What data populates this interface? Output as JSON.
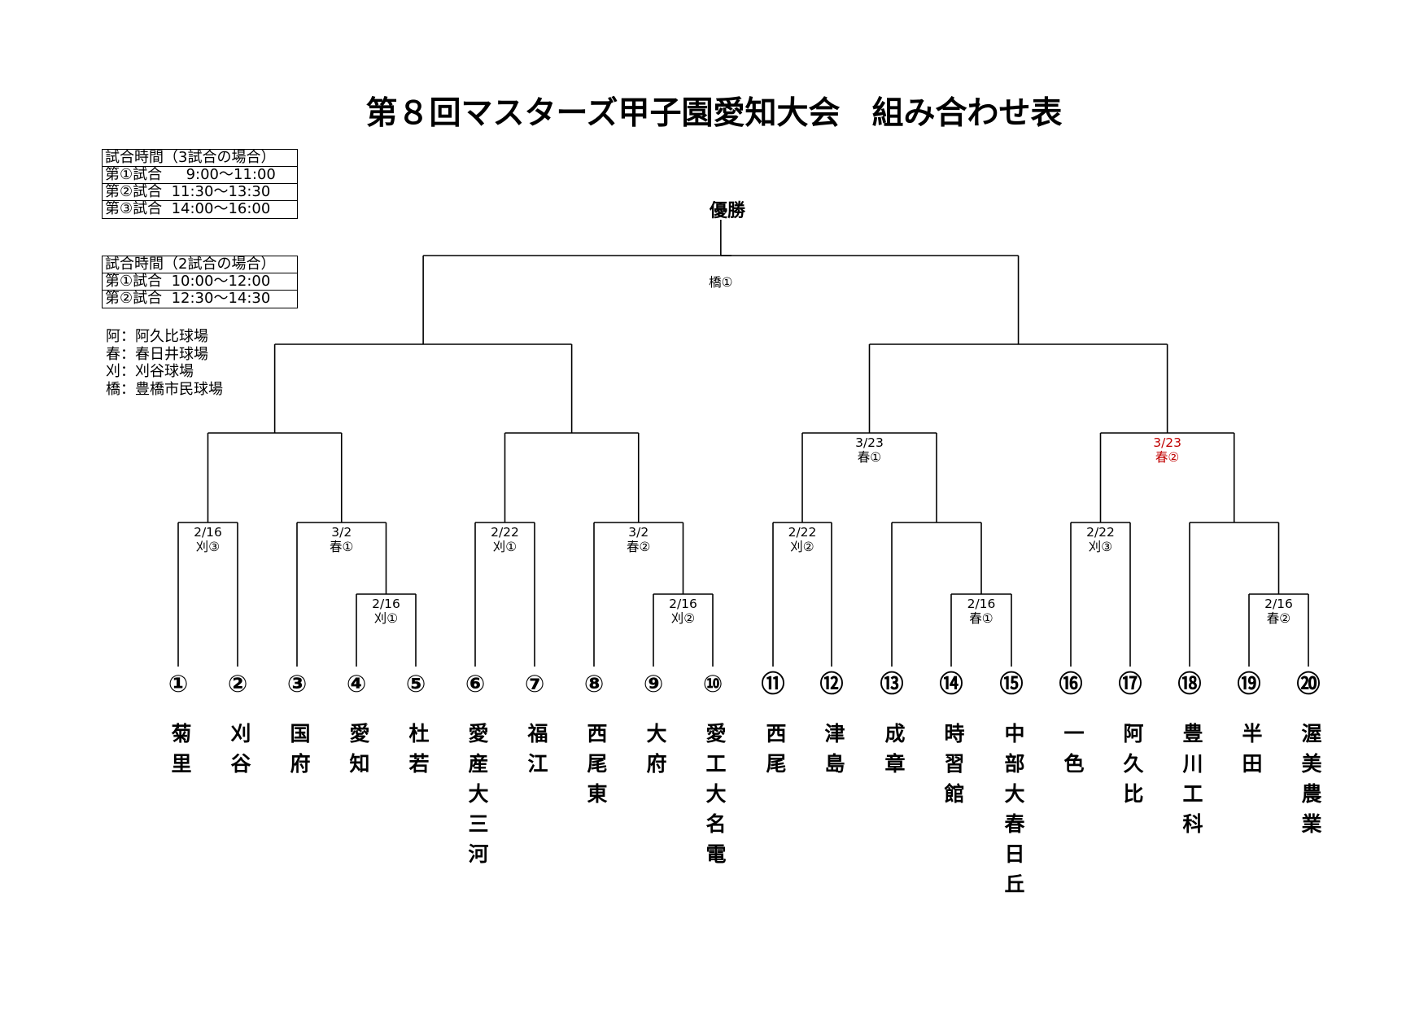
{
  "title": "第８回マスターズ甲子園愛知大会　組み合わせ表",
  "champion_label": "優勝",
  "schedule_3": {
    "header": "試合時間（3試合の場合）",
    "rows": [
      "第①試合　  9:00～11:00",
      "第②試合  11:30～13:30",
      "第③試合  14:00～16:00"
    ]
  },
  "schedule_2": {
    "header": "試合時間（2試合の場合）",
    "rows": [
      "第①試合  10:00～12:00",
      "第②試合  12:30～14:30"
    ]
  },
  "legend": [
    "阿：阿久比球場",
    "春：春日井球場",
    "刈：刈谷球場",
    "橋：豊橋市民球場"
  ],
  "final_label": "橋①",
  "matches": [
    {
      "date": "2/16",
      "venue": "刈③"
    },
    {
      "date": "3/2",
      "venue": "春①"
    },
    {
      "date": "2/16",
      "venue": "刈①"
    },
    {
      "date": "2/22",
      "venue": "刈①"
    },
    {
      "date": "3/2",
      "venue": "春②"
    },
    {
      "date": "2/16",
      "venue": "刈②"
    },
    {
      "date": "2/22",
      "venue": "刈②"
    },
    {
      "date": "2/16",
      "venue": "春①"
    },
    {
      "date": "2/22",
      "venue": "刈③"
    },
    {
      "date": "2/16",
      "venue": "春②"
    },
    {
      "date": "3/23",
      "venue": "春①"
    },
    {
      "date": "3/23",
      "venue": "春②",
      "color": "#c00000"
    }
  ],
  "teams": [
    {
      "num": "①",
      "name": "菊里"
    },
    {
      "num": "②",
      "name": "刈谷"
    },
    {
      "num": "③",
      "name": "国府"
    },
    {
      "num": "④",
      "name": "愛知"
    },
    {
      "num": "⑤",
      "name": "杜若"
    },
    {
      "num": "⑥",
      "name": "愛産大三河"
    },
    {
      "num": "⑦",
      "name": "福江"
    },
    {
      "num": "⑧",
      "name": "西尾東"
    },
    {
      "num": "⑨",
      "name": "大府"
    },
    {
      "num": "⑩",
      "name": "愛工大名電"
    },
    {
      "num": "⑪",
      "name": "西尾"
    },
    {
      "num": "⑫",
      "name": "津島"
    },
    {
      "num": "⑬",
      "name": "成章"
    },
    {
      "num": "⑭",
      "name": "時習館"
    },
    {
      "num": "⑮",
      "name": "中部大春日丘"
    },
    {
      "num": "⑯",
      "name": "一色"
    },
    {
      "num": "⑰",
      "name": "阿久比"
    },
    {
      "num": "⑱",
      "name": "豊川工科"
    },
    {
      "num": "⑲",
      "name": "半田"
    },
    {
      "num": "⑳",
      "name": "渥美農業"
    }
  ]
}
